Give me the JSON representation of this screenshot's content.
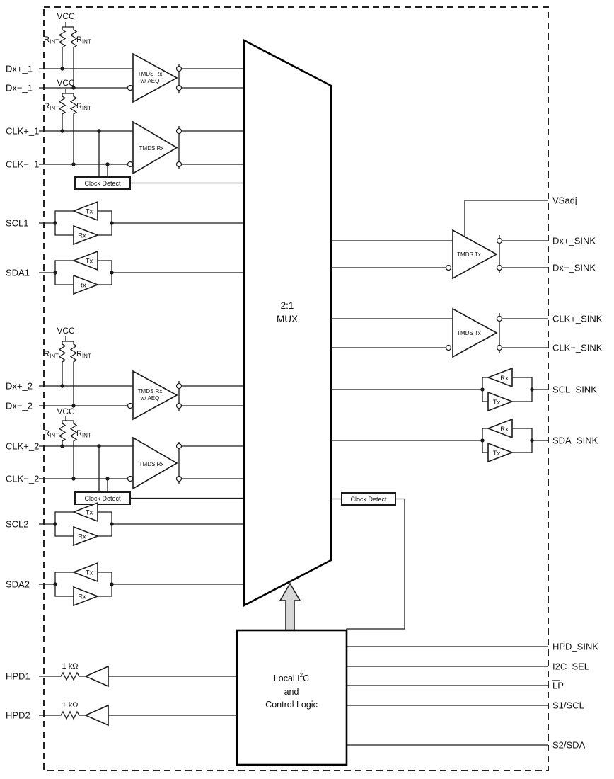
{
  "pins": {
    "left": [
      "Dx+_1",
      "Dx−_1",
      "CLK+_1",
      "CLK−_1",
      "SCL1",
      "SDA1",
      "Dx+_2",
      "Dx−_2",
      "CLK+_2",
      "CLK−_2",
      "SCL2",
      "SDA2",
      "HPD1",
      "HPD2"
    ],
    "right": [
      "VSadj",
      "Dx+_SINK",
      "Dx−_SINK",
      "CLK+_SINK",
      "CLK−_SINK",
      "SCL_SINK",
      "SDA_SINK",
      "HPD_SINK",
      "I2C_SEL",
      "LP",
      "S1/SCL",
      "S2/SDA"
    ]
  },
  "labels": {
    "vcc": "VCC",
    "r": "R",
    "r_sub": "INT",
    "res_1k": "1 kΩ",
    "tmds_rx": "TMDS Rx",
    "w_aeq": "w/ AEQ",
    "tmds_tx": "TMDS Tx",
    "clock_detect": "Clock Detect",
    "tx": "Tx",
    "rx": "Rx",
    "mux_l1": "2:1",
    "mux_l2": "MUX",
    "ctrl_l1a": "Local I",
    "ctrl_sup": "2",
    "ctrl_l1b": "C",
    "ctrl_l2": "and",
    "ctrl_l3": "Control Logic"
  }
}
